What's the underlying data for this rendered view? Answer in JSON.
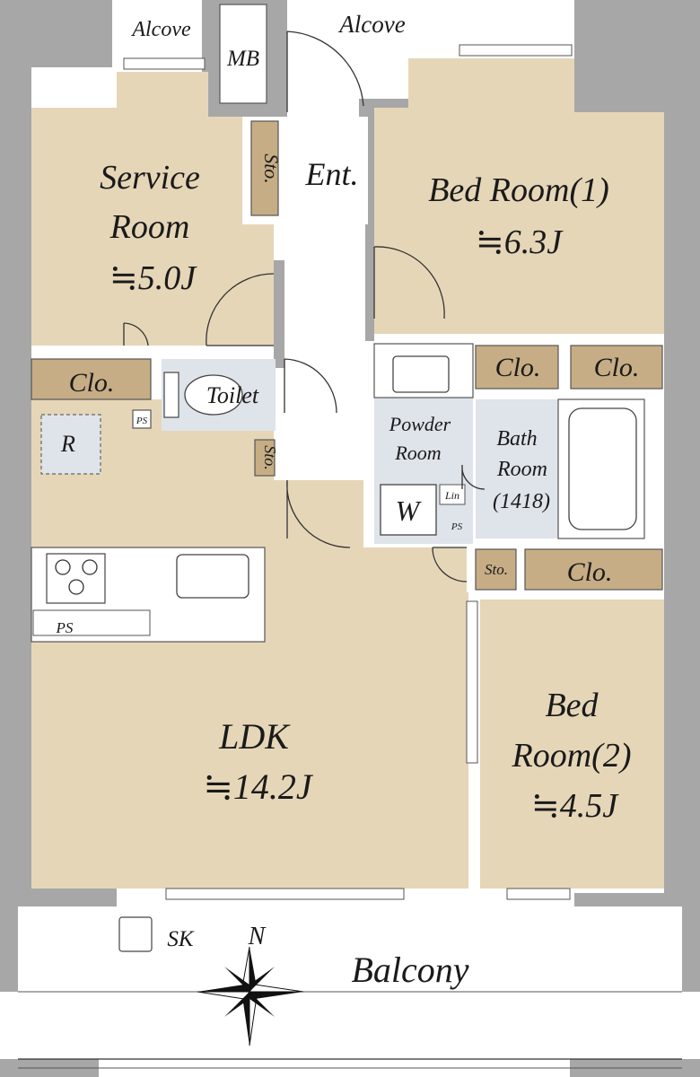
{
  "rooms": {
    "alcove_left": "Alcove",
    "alcove_right": "Alcove",
    "mb": "MB",
    "entrance": "Ent.",
    "service_room_line1": "Service",
    "service_room_line2": "Room",
    "service_room_size": "≒5.0J",
    "bed_room_1": "Bed Room(1)",
    "bed_room_1_size": "≒6.3J",
    "closet": "Clo.",
    "storage": "Sto.",
    "toilet": "Toilet",
    "ps": "PS",
    "refrigerator": "R",
    "powder_room_line1": "Powder",
    "powder_room_line2": "Room",
    "bath_room_line1": "Bath",
    "bath_room_line2": "Room",
    "bath_room_size": "(1418)",
    "washer": "W",
    "linen": "Lin",
    "ldk": "LDK",
    "ldk_size": "≒14.2J",
    "bed_room_2_line1": "Bed",
    "bed_room_2_line2": "Room(2)",
    "bed_room_2_size": "≒4.5J",
    "sink": "SK",
    "balcony": "Balcony"
  },
  "compass": {
    "north": "N"
  },
  "colors": {
    "room_fill": "#e6d6b8",
    "wet_fill": "#dfe3ea",
    "storage_fill": "#c7ad85",
    "wall_fill": "#a7a7a7"
  }
}
